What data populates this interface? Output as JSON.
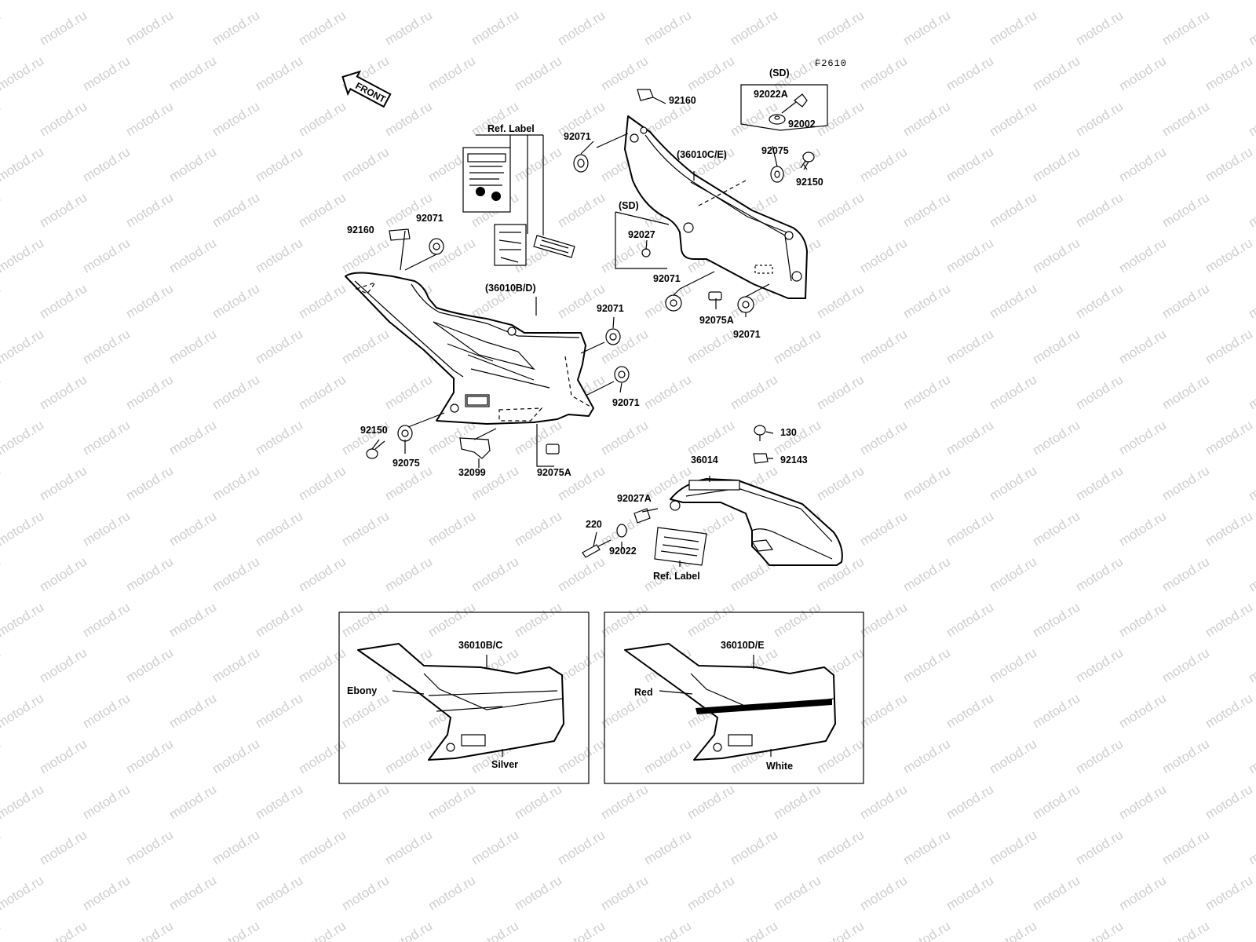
{
  "figure_code": "F2610",
  "front_arrow_label": "FRONT",
  "watermark_text": "motod.ru",
  "labels": {
    "sd_top": "(SD)",
    "p92022A": "92022A",
    "p92002": "92002",
    "p92160_top": "92160",
    "p92071_top": "92071",
    "ref_label_top": "Ref. Label",
    "p36010CE": "(36010C/E)",
    "p92075_r": "92075",
    "p92150_r": "92150",
    "sd_mid": "(SD)",
    "p92027": "92027",
    "p92160_left": "92160",
    "p92071_left": "92071",
    "p36010BD": "(36010B/D)",
    "p92071_c1": "92071",
    "p92071_mid": "92071",
    "p92075A_r": "92075A",
    "p92071_r2": "92071",
    "p92071_c2": "92071",
    "p92150_l": "92150",
    "p92075_l": "92075",
    "p32099": "32099",
    "p92075A_l": "92075A",
    "p130": "130",
    "p36014": "36014",
    "p92143": "92143",
    "p92027A": "92027A",
    "p220": "220",
    "p92022": "92022",
    "ref_label_bottom": "Ref. Label"
  },
  "inset_left": {
    "part": "36010B/C",
    "color_upper": "Ebony",
    "color_lower": "Silver"
  },
  "inset_right": {
    "part": "36010D/E",
    "color_upper": "Red",
    "color_lower": "White"
  }
}
